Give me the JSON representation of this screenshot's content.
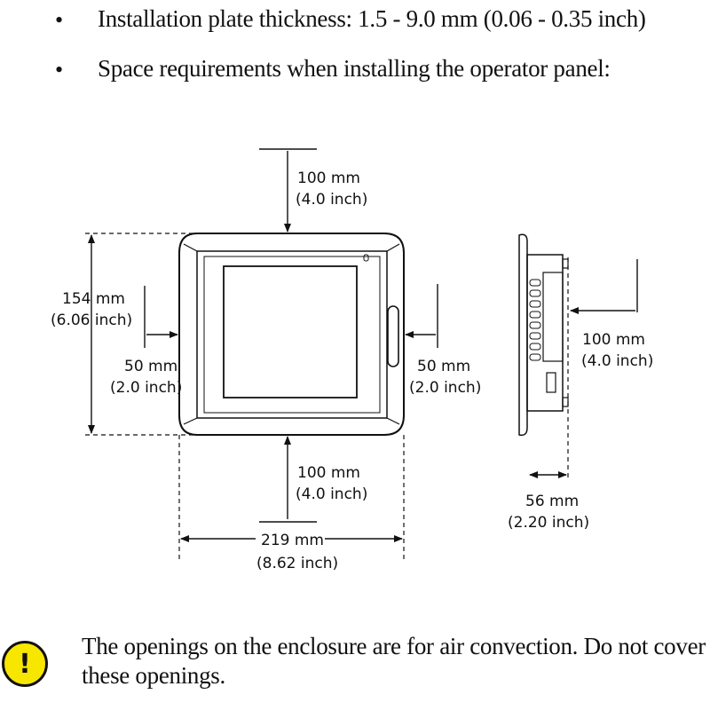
{
  "bullets": [
    "Installation plate thickness: 1.5 - 9.0 mm (0.06 - 0.35 inch)",
    "Space requirements when installing the operator panel:"
  ],
  "bullet_symbol": "•",
  "dimensions": {
    "top": [
      "100 mm",
      "(4.0 inch)"
    ],
    "height": [
      "154 mm",
      "(6.06 inch)"
    ],
    "left": [
      "50 mm",
      "(2.0 inch)"
    ],
    "right": [
      "50 mm",
      "(2.0 inch)"
    ],
    "bottom": [
      "100 mm",
      "(4.0 inch)"
    ],
    "width": [
      "219 mm",
      "(8.62 inch)"
    ],
    "side_rear": [
      "100 mm",
      "(4.0 inch)"
    ],
    "side_depth": [
      "56 mm",
      "(2.20 inch)"
    ]
  },
  "warning": {
    "icon": "exclamation-warning-icon",
    "symbol": "!",
    "color": "#f7e600",
    "text": "The openings on the enclosure are for air convection. Do not cover these openings."
  }
}
